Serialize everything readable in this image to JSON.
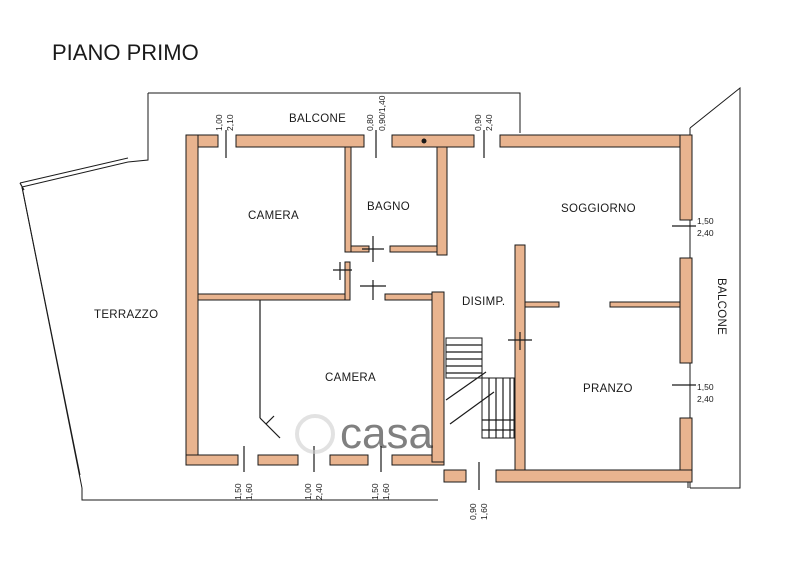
{
  "title": "PIANO PRIMO",
  "rooms": {
    "balcone_top": "BALCONE",
    "camera_top": "CAMERA",
    "bagno": "BAGNO",
    "soggiorno": "SOGGIORNO",
    "disimp": "DISIMP.",
    "terrazzo": "TERRAZZO",
    "camera_bottom": "CAMERA",
    "pranzo": "PRANZO",
    "balcone_right": "BALCONE"
  },
  "dimensions": {
    "top_camera": [
      "1,00",
      "2,10"
    ],
    "top_bagno": [
      "0,80",
      "0,90/1,40"
    ],
    "top_soggiorno": [
      "0,90",
      "2,40"
    ],
    "right_soggiorno": [
      "1,50",
      "2,40"
    ],
    "right_pranzo": [
      "1,50",
      "2,40"
    ],
    "bottom_left": [
      "1,50",
      "1,60"
    ],
    "bottom_mid": [
      "1,00",
      "2,40"
    ],
    "bottom_right": [
      "1,50",
      "1,60"
    ],
    "bottom_stair": [
      "0,90",
      "1,60"
    ]
  },
  "watermark": "casa",
  "colors": {
    "wall": "#e9b48f",
    "line": "#1a1a1a"
  }
}
